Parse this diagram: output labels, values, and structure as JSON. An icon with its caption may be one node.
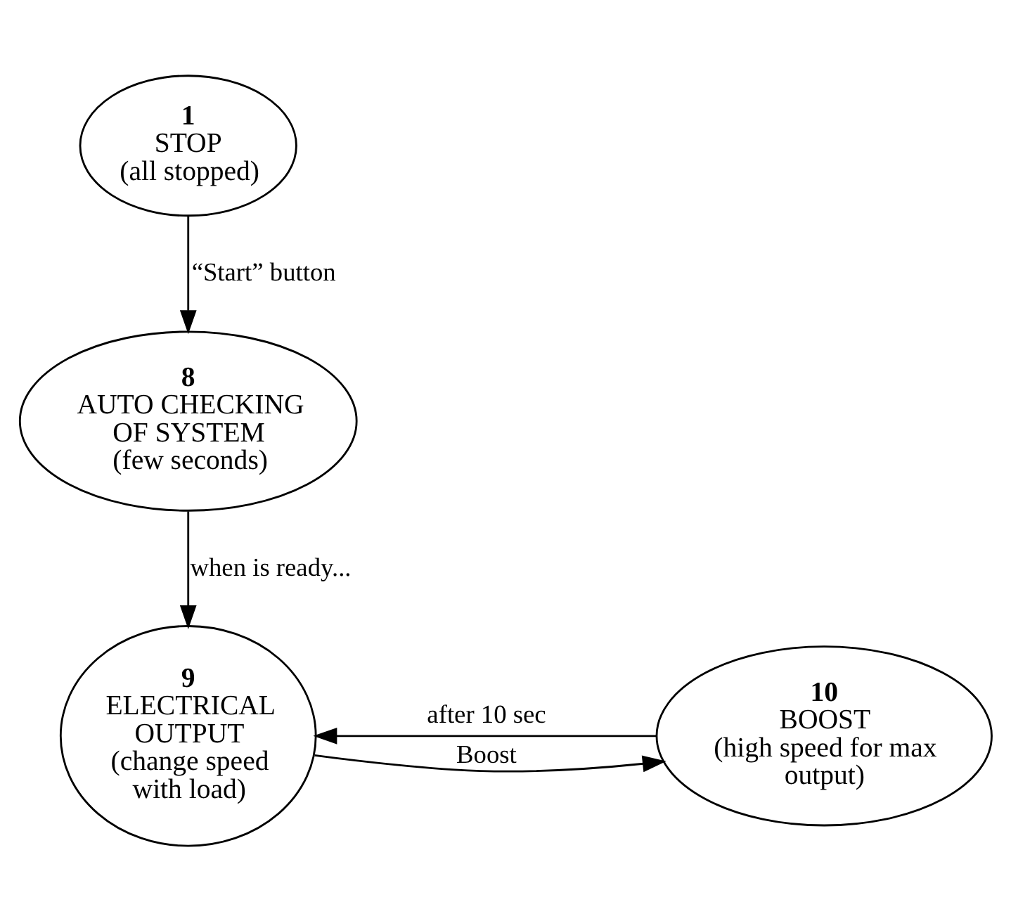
{
  "diagram": {
    "nodes": [
      {
        "text": [
          "1",
          "STOP",
          "(all stopped)"
        ]
      },
      {
        "text": [
          "8",
          "AUTO CHECKING OF SYSTEM",
          "(few seconds)"
        ]
      },
      {
        "text": [
          "9",
          "ELECTRICAL OUTPUT",
          "(change speed with load)"
        ]
      },
      {
        "text": [
          "10",
          "BOOST",
          "(high speed for max output)"
        ]
      }
    ],
    "edges": [
      {
        "from": 0,
        "to": 1,
        "arrow": "to",
        "label": "“Start” button"
      },
      {
        "from": 1,
        "to": 2,
        "arrow": "to",
        "label": "when is ready..."
      },
      {
        "from": 3,
        "to": 2,
        "arrow": "to",
        "label": "after 10 sec"
      },
      {
        "from": 2,
        "to": 3,
        "arrow": "to",
        "label": "Boost"
      }
    ]
  }
}
